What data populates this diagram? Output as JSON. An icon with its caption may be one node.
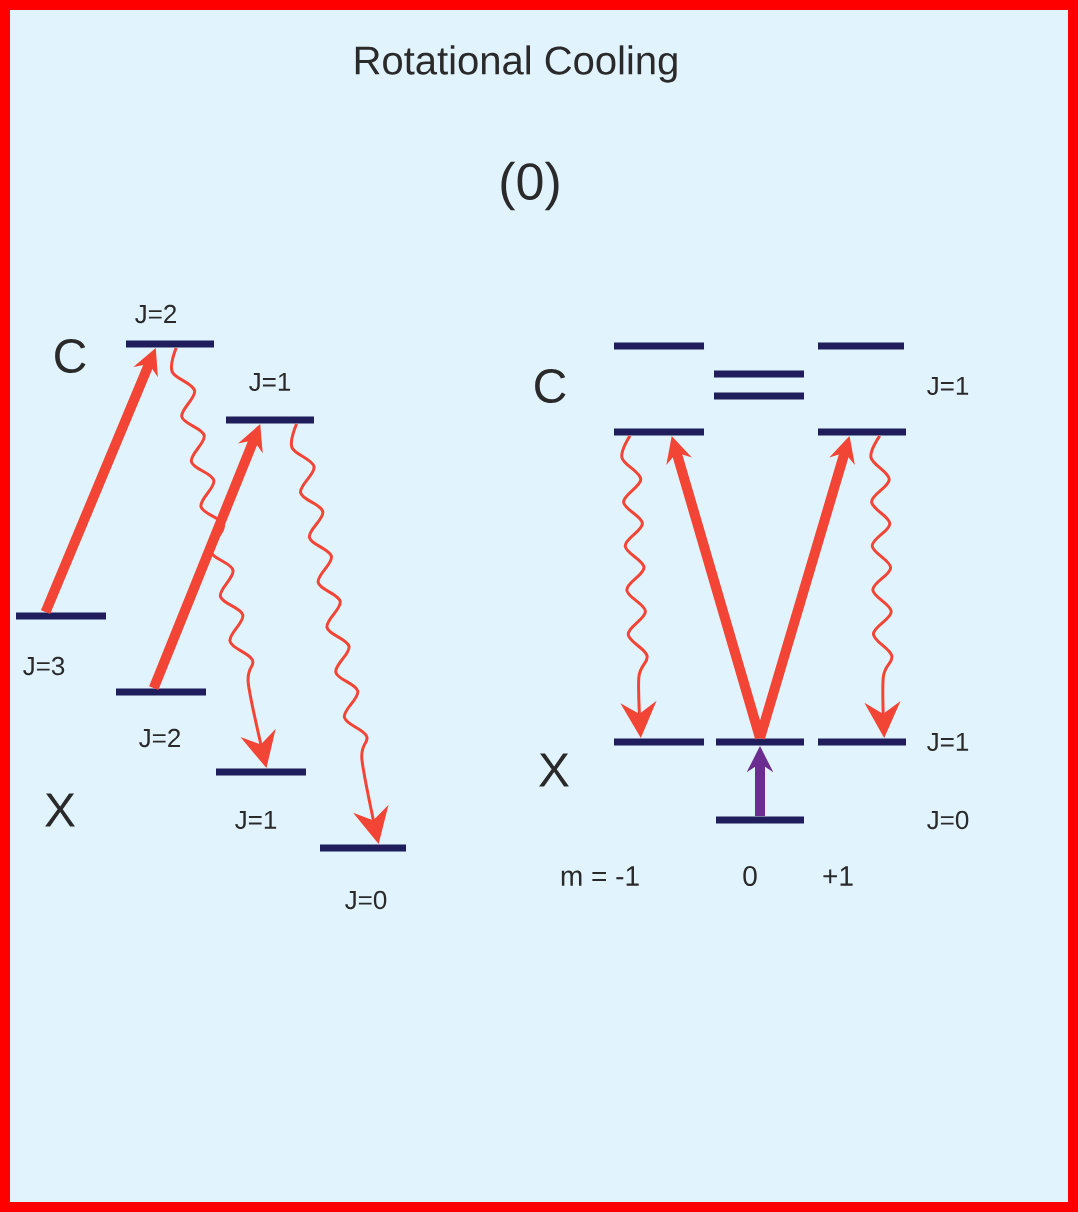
{
  "diagram": {
    "title": "Rotational Cooling",
    "nodes": [
      {
        "text": [],
        "shape": "bar",
        "beside": [
          "J=2"
        ]
      },
      {
        "text": [],
        "shape": "bar",
        "beside": [
          "J=1"
        ]
      },
      {
        "text": [],
        "shape": "bar",
        "beside": [
          "J=3"
        ]
      },
      {
        "text": [],
        "shape": "bar",
        "beside": [
          "J=2"
        ]
      },
      {
        "text": [],
        "shape": "bar",
        "beside": [
          "J=1"
        ]
      },
      {
        "text": [],
        "shape": "bar",
        "beside": [
          "J=0"
        ]
      },
      {
        "text": [],
        "shape": "bar"
      },
      {
        "text": [],
        "shape": "bar"
      },
      {
        "text": [],
        "shape": "bar"
      },
      {
        "text": [],
        "shape": "bar"
      },
      {
        "text": [],
        "shape": "bar"
      },
      {
        "text": [],
        "shape": "bar"
      },
      {
        "text": [],
        "shape": "bar"
      },
      {
        "text": [],
        "shape": "bar"
      },
      {
        "text": [],
        "shape": "bar"
      },
      {
        "text": [],
        "shape": "bar"
      }
    ],
    "edges": [
      {
        "from": 2,
        "to": 0,
        "arrow": "to"
      },
      {
        "from": 3,
        "to": 1,
        "arrow": "to"
      },
      {
        "from": 0,
        "to": 4,
        "arrow": "to"
      },
      {
        "from": 1,
        "to": 5,
        "arrow": "to"
      },
      {
        "from": 15,
        "to": 13,
        "arrow": "to",
        "color": "#6b2d8f"
      },
      {
        "from": 13,
        "to": 10,
        "arrow": "to"
      },
      {
        "from": 13,
        "to": 11,
        "arrow": "to"
      },
      {
        "from": 10,
        "to": 12,
        "arrow": "to"
      },
      {
        "from": 11,
        "to": 14,
        "arrow": "to"
      }
    ],
    "labels": [
      "(0)",
      "C",
      "C",
      "J=1",
      "J=1",
      "X",
      "X",
      "J=0",
      "m = -1",
      "0",
      "+1"
    ]
  }
}
